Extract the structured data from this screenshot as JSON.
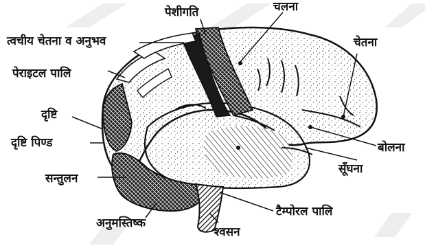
{
  "labels": {
    "motor": "पेशीगति",
    "thought": "चलना",
    "skin_sense": "त्वचीय चेतना व अनुभव",
    "consciousness": "चेतना",
    "parietal_lobe": "पेराइटल पालि",
    "vision": "दृष्टि",
    "visual_body": "दृष्टि पिण्ड",
    "speech": "बोलना",
    "smell": "सूँघना",
    "balance": "सन्तुलन",
    "temporal_lobe": "टैम्पोरल पालि",
    "cerebellum": "अनुमस्तिष्क",
    "breathing": "श्वसन"
  },
  "colors": {
    "ink": "#111111",
    "hatch_dark": "#1a1a1a",
    "paper": "#ffffff",
    "watermark": "#e6e6e6"
  }
}
